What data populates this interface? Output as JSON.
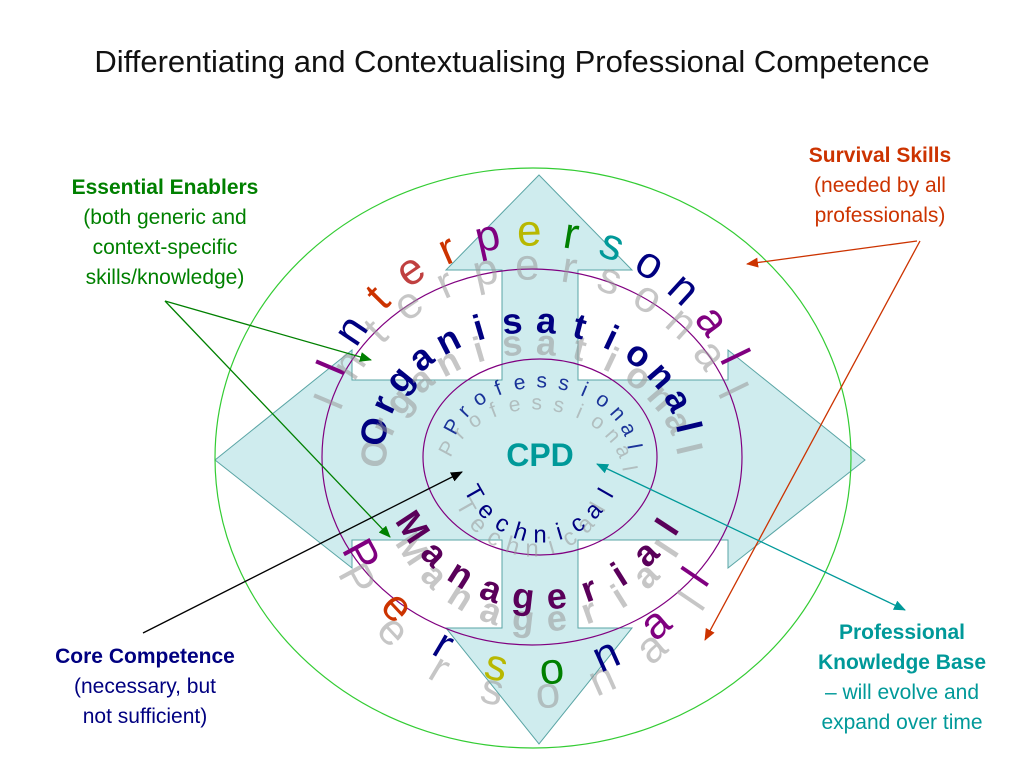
{
  "title": "Differentiating and Contextualising Professional Competence",
  "center_label": "CPD",
  "rings": {
    "outer_word": "Interpersonal",
    "outer_bottom_word": "Personal",
    "middle_word": "Organisational",
    "middle_bottom_word": "Managerial",
    "inner_word": "Professional",
    "inner_bottom_word": "Technical"
  },
  "callouts": {
    "essential_enablers": {
      "heading": "Essential Enablers",
      "lines": [
        "(both generic and",
        "context-specific",
        "skills/knowledge)"
      ]
    },
    "survival_skills": {
      "heading": "Survival Skills",
      "lines": [
        "(needed by all",
        "professionals)"
      ]
    },
    "core_competence": {
      "heading": "Core Competence",
      "lines": [
        "(necessary, but",
        "not sufficient)"
      ]
    },
    "knowledge_base": {
      "heading": "Professional",
      "lines": [
        "Knowledge Base",
        "– will evolve and",
        "expand over time"
      ]
    }
  },
  "colors": {
    "essential_enablers": "#008000",
    "survival_skills": "#cc3300",
    "core_competence": "#000080",
    "knowledge_base": "#009999",
    "cross_fill": "#cfecee",
    "cross_stroke": "#5aa5a5",
    "outer_circle": "#33cc33",
    "inner_circles": "#800080",
    "organisational_text": "#000080",
    "managerial_text": "#5a005a",
    "technical_text": "#000080",
    "professional_text": "#1a3399",
    "cpd_text": "#009999",
    "interpersonal_letters": [
      "#800080",
      "#000080",
      "#cc3300",
      "#c04040",
      "#cc3300",
      "#800080",
      "#b8b800",
      "#008000",
      "#009999",
      "#000080",
      "#000080",
      "#800080",
      "#800080"
    ],
    "personal_letters": [
      "#800080",
      "#cc3300",
      "#000080",
      "#b8b800",
      "#008000",
      "#000080",
      "#800080",
      "#800080"
    ]
  }
}
